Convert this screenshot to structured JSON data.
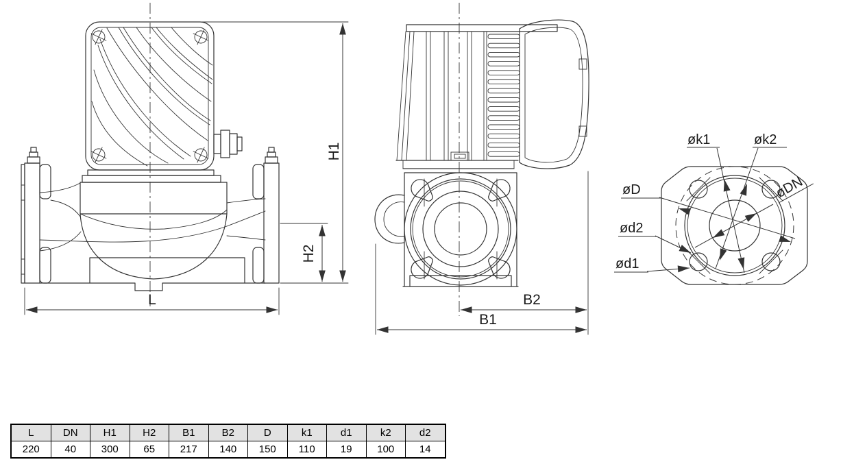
{
  "drawing_labels": {
    "front": {
      "L": "L",
      "H1": "H1",
      "H2": "H2"
    },
    "side": {
      "B1": "B1",
      "B2": "B2"
    },
    "flange": {
      "k1": "øk1",
      "k2": "øk2",
      "D": "øD",
      "DN": "øDN",
      "d2": "ød2",
      "d1": "ød1"
    }
  },
  "table": {
    "headers": [
      "L",
      "DN",
      "H1",
      "H2",
      "B1",
      "B2",
      "D",
      "k1",
      "d1",
      "k2",
      "d2"
    ],
    "values": [
      "220",
      "40",
      "300",
      "65",
      "217",
      "140",
      "150",
      "110",
      "19",
      "100",
      "14"
    ]
  },
  "colors": {
    "line": "#333333",
    "text": "#1a1a1a",
    "table-border": "#000000",
    "table-header-bg": "#e2e2e2",
    "background": "#ffffff"
  }
}
